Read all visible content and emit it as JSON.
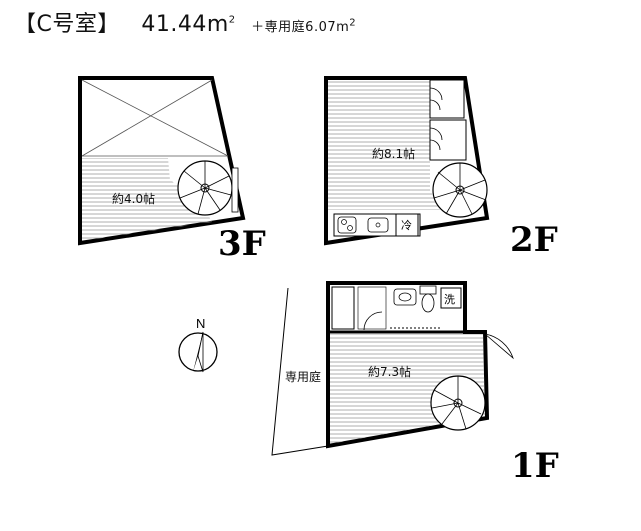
{
  "header": {
    "unit": "【C号室】",
    "area_value": "41.44",
    "area_unit": "m",
    "area_sup": "2",
    "garden_text": "＋専用庭6.07",
    "garden_unit": "m",
    "garden_sup": "2"
  },
  "floors": {
    "f3": {
      "label": "3F",
      "room": "約4.0帖"
    },
    "f2": {
      "label": "2F",
      "room": "約8.1帖",
      "fixture_label": "冷"
    },
    "f1": {
      "label": "1F",
      "room": "約7.3帖",
      "garden": "専用庭",
      "washer": "洗"
    }
  },
  "compass": {
    "label": "N"
  },
  "colors": {
    "line": "#000000",
    "hatch": "#8a8a8a",
    "bg": "#ffffff"
  }
}
